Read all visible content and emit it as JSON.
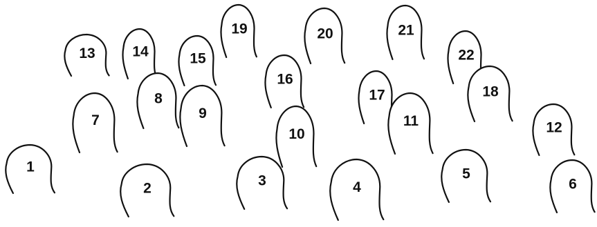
{
  "figures": [
    {
      "label": "19"
    },
    {
      "label": "20"
    },
    {
      "label": "21"
    },
    {
      "label": "13"
    },
    {
      "label": "14"
    },
    {
      "label": "15"
    },
    {
      "label": "22"
    },
    {
      "label": "16"
    },
    {
      "label": "17"
    },
    {
      "label": "18"
    },
    {
      "label": "8"
    },
    {
      "label": "7"
    },
    {
      "label": "9"
    },
    {
      "label": "11"
    },
    {
      "label": "10"
    },
    {
      "label": "12"
    },
    {
      "label": "1"
    },
    {
      "label": "2"
    },
    {
      "label": "3"
    },
    {
      "label": "4"
    },
    {
      "label": "5"
    },
    {
      "label": "6"
    }
  ]
}
